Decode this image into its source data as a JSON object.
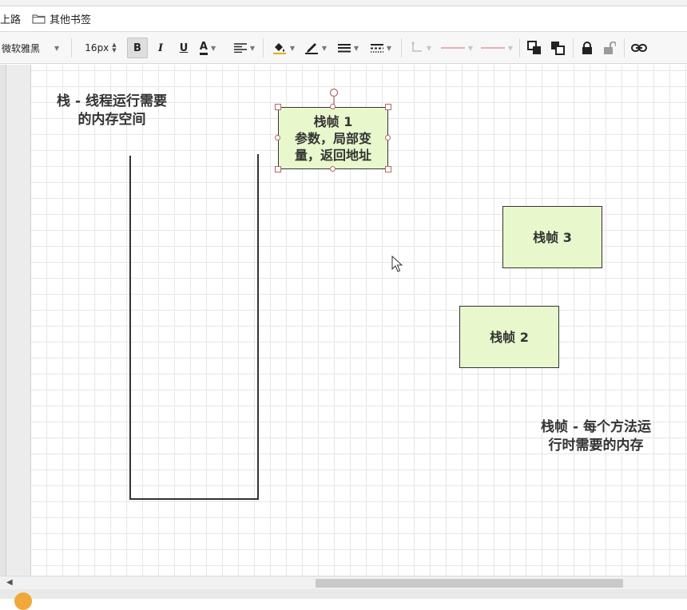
{
  "bookmarks": {
    "partial_item": "上路",
    "folder_label": "其他书签"
  },
  "toolbar": {
    "font_family": "微软雅黑",
    "font_size": "16px",
    "bold_label": "B",
    "italic_label": "I",
    "underline_label": "U",
    "font_color_label": "A"
  },
  "canvas": {
    "stack_label": "栈 - 线程运行需要\n的内存空间",
    "frame_label": "栈帧 - 每个方法运\n行时需要的内存",
    "frames": [
      {
        "title": "栈帧 1",
        "detail": "参数，局部变\n量，返回地址",
        "selected": true
      },
      {
        "title": "栈帧 3",
        "detail": "",
        "selected": false
      },
      {
        "title": "栈帧 2",
        "detail": "",
        "selected": false
      }
    ]
  },
  "colors": {
    "frame_fill": "#e8f8cc",
    "frame_border": "#333333",
    "selection_handle": "#b06a6a"
  }
}
